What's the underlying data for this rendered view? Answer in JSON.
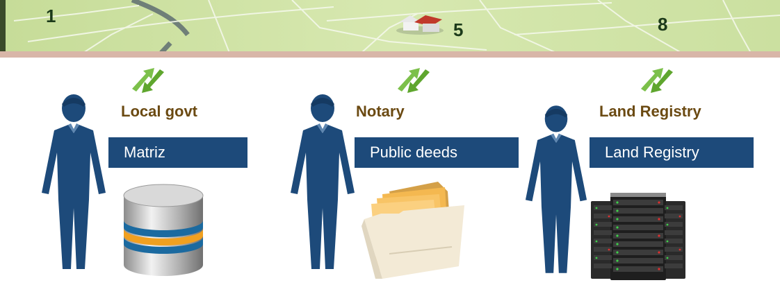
{
  "map": {
    "parcels": [
      "1",
      "5",
      "8"
    ]
  },
  "entities": [
    {
      "title": "Local govt",
      "label": "Matriz",
      "icon": "database-icon"
    },
    {
      "title": "Notary",
      "label": "Public deeds",
      "icon": "folder-icon"
    },
    {
      "title": "Land Registry",
      "label": "Land Registry",
      "icon": "server-icon"
    }
  ],
  "colors": {
    "map_green": "#cfe3a6",
    "map_border": "#d8b6a8",
    "figure_blue": "#1d4a7a",
    "title_brown": "#6b4a12",
    "arrow_green": "#7cc04a"
  }
}
